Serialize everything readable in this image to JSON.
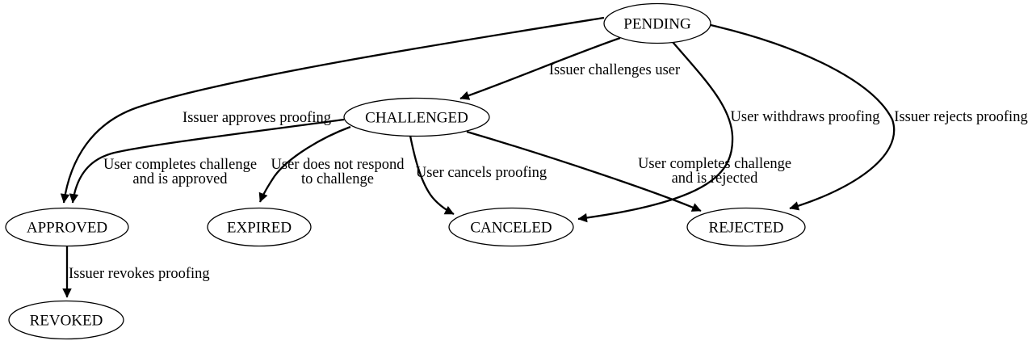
{
  "diagram": {
    "type": "state-machine-graph",
    "background_color": "#ffffff",
    "node_fill_color": "#ffffff",
    "line_color": "#000000",
    "text_color": "#000000",
    "nodes": [
      {
        "id": "pending",
        "label": "PENDING"
      },
      {
        "id": "challenged",
        "label": "CHALLENGED"
      },
      {
        "id": "approved",
        "label": "APPROVED"
      },
      {
        "id": "expired",
        "label": "EXPIRED"
      },
      {
        "id": "canceled",
        "label": "CANCELED"
      },
      {
        "id": "rejected",
        "label": "REJECTED"
      },
      {
        "id": "revoked",
        "label": "REVOKED"
      }
    ],
    "edges": [
      {
        "from": "PENDING",
        "to": "CHALLENGED",
        "label_lines": [
          "Issuer challenges user"
        ]
      },
      {
        "from": "PENDING",
        "to": "APPROVED",
        "label_lines": [
          "Issuer approves proofing"
        ]
      },
      {
        "from": "CHALLENGED",
        "to": "APPROVED",
        "label_lines": [
          "User completes challenge",
          "and is approved"
        ]
      },
      {
        "from": "CHALLENGED",
        "to": "EXPIRED",
        "label_lines": [
          "User does not respond",
          "to challenge"
        ]
      },
      {
        "from": "CHALLENGED",
        "to": "CANCELED",
        "label_lines": [
          "User cancels proofing"
        ]
      },
      {
        "from": "CHALLENGED",
        "to": "REJECTED",
        "label_lines": [
          "User completes challenge",
          "and is rejected"
        ]
      },
      {
        "from": "PENDING",
        "to": "CANCELED",
        "label_lines": [
          "User withdraws proofing"
        ]
      },
      {
        "from": "PENDING",
        "to": "REJECTED",
        "label_lines": [
          "Issuer rejects proofing"
        ]
      },
      {
        "from": "APPROVED",
        "to": "REVOKED",
        "label_lines": [
          "Issuer revokes proofing"
        ]
      }
    ]
  }
}
